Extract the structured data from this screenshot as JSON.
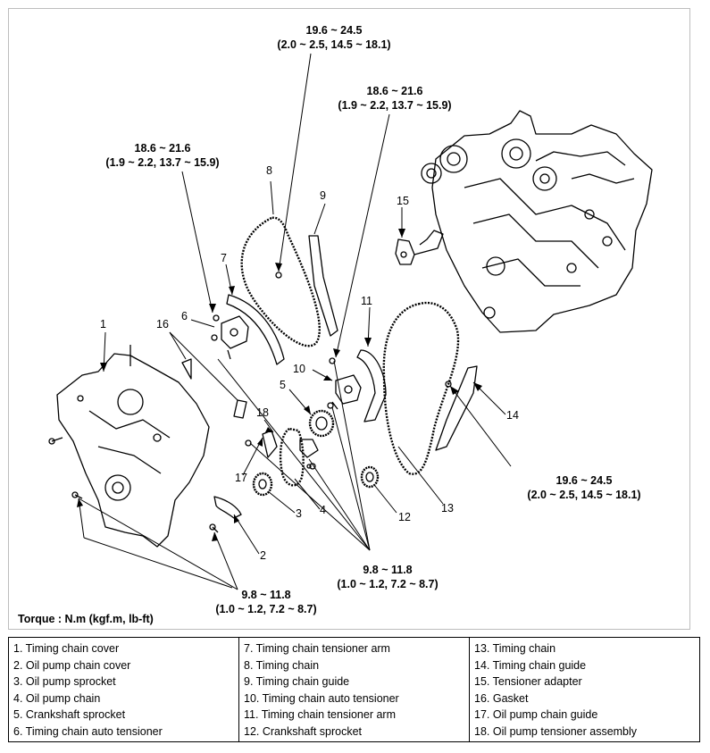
{
  "callouts": [
    "1",
    "2",
    "3",
    "4",
    "5",
    "6",
    "7",
    "8",
    "9",
    "10",
    "11",
    "12",
    "13",
    "14",
    "15",
    "16",
    "17",
    "18"
  ],
  "torque_specs": {
    "t8": {
      "line1": "19.6 ~ 24.5",
      "line2": "(2.0 ~ 2.5, 14.5 ~ 18.1)"
    },
    "t9": {
      "line1": "18.6 ~ 21.6",
      "line2": "(1.9 ~ 2.2, 13.7 ~ 15.9)"
    },
    "t6": {
      "line1": "18.6 ~ 21.6",
      "line2": "(1.9 ~ 2.2, 13.7 ~ 15.9)"
    },
    "t14": {
      "line1": "19.6 ~ 24.5",
      "line2": "(2.0 ~ 2.5, 14.5 ~ 18.1)"
    },
    "t_center": {
      "line1": "9.8 ~ 11.8",
      "line2": "(1.0 ~ 1.2, 7.2 ~ 8.7)"
    },
    "t_bottom": {
      "line1": "9.8 ~ 11.8",
      "line2": "(1.0 ~ 1.2, 7.2 ~ 8.7)"
    }
  },
  "unit_note": "Torque : N.m (kgf.m, lb-ft)",
  "legend": {
    "col1": [
      "1. Timing chain cover",
      "2. Oil pump chain cover",
      "3. Oil pump sprocket",
      "4. Oil pump chain",
      "5. Crankshaft sprocket",
      "6. Timing chain auto tensioner"
    ],
    "col2": [
      "7. Timing chain tensioner arm",
      "8. Timing chain",
      "9. Timing chain guide",
      "10. Timing chain auto tensioner",
      "11. Timing chain tensioner arm",
      "12. Crankshaft sprocket"
    ],
    "col3": [
      "13. Timing chain",
      "14. Timing chain guide",
      "15. Tensioner adapter",
      "16. Gasket",
      "17. Oil pump chain guide",
      "18. Oil pump tensioner assembly"
    ]
  }
}
